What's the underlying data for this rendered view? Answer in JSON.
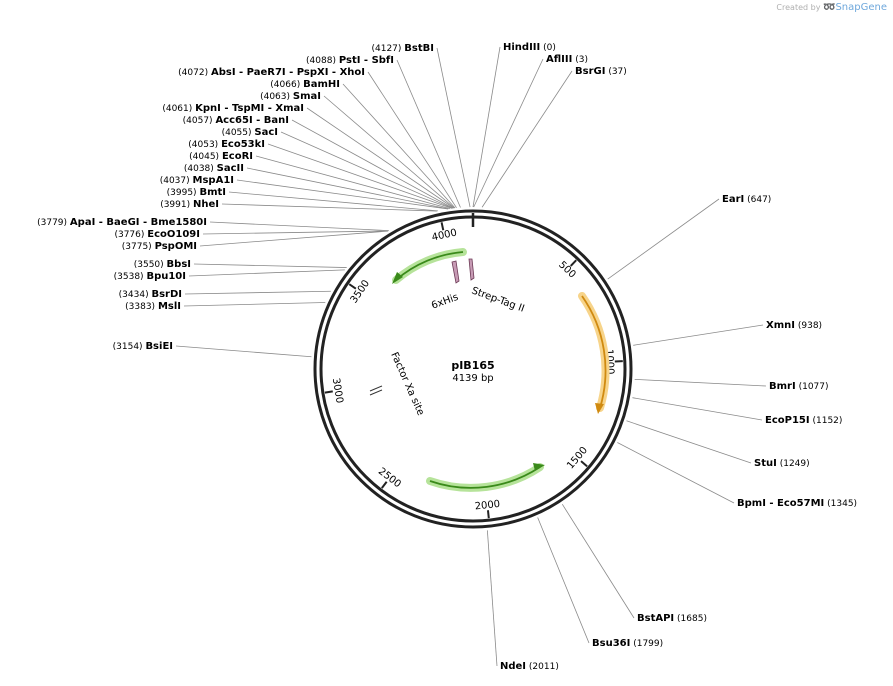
{
  "brand": {
    "prefix": "Created by",
    "name": "SnapGene"
  },
  "plasmid": {
    "name": "pIB165",
    "size_label": "4139 bp",
    "length": 4139
  },
  "ticks": [
    {
      "value": 500,
      "label": "500"
    },
    {
      "value": 1000,
      "label": "1000"
    },
    {
      "value": 1500,
      "label": "1500"
    },
    {
      "value": 2000,
      "label": "2000"
    },
    {
      "value": 2500,
      "label": "2500"
    },
    {
      "value": 3000,
      "label": "3000"
    },
    {
      "value": 3500,
      "label": "3500"
    },
    {
      "value": 4000,
      "label": "4000"
    }
  ],
  "features": [
    {
      "label": "6xHis",
      "color": "#c79bb5"
    },
    {
      "label": "Strep-Tag II",
      "color": "#c79bb5"
    },
    {
      "label": "Factor Xa site",
      "color": "#333333"
    }
  ],
  "arrows": [
    {
      "color": "#3a8a1a",
      "glow": "#b6e39a"
    },
    {
      "color": "#d08a10",
      "glow": "#f7d48a"
    },
    {
      "color": "#3a8a1a",
      "glow": "#b6e39a"
    }
  ],
  "sites": [
    {
      "names": [
        "HindIII"
      ],
      "pos": "(0)",
      "bp": 0
    },
    {
      "names": [
        "AflIII"
      ],
      "pos": "(3)",
      "bp": 3
    },
    {
      "names": [
        "BsrGI"
      ],
      "pos": "(37)",
      "bp": 37
    },
    {
      "names": [
        "EarI"
      ],
      "pos": "(647)",
      "bp": 647
    },
    {
      "names": [
        "XmnI"
      ],
      "pos": "(938)",
      "bp": 938
    },
    {
      "names": [
        "BmrI"
      ],
      "pos": "(1077)",
      "bp": 1077
    },
    {
      "names": [
        "EcoP15I"
      ],
      "pos": "(1152)",
      "bp": 1152
    },
    {
      "names": [
        "StuI"
      ],
      "pos": "(1249)",
      "bp": 1249
    },
    {
      "names": [
        "BpmI",
        "Eco57MI"
      ],
      "pos": "(1345)",
      "bp": 1345
    },
    {
      "names": [
        "BstAPI"
      ],
      "pos": "(1685)",
      "bp": 1685
    },
    {
      "names": [
        "Bsu36I"
      ],
      "pos": "(1799)",
      "bp": 1799
    },
    {
      "names": [
        "NdeI"
      ],
      "pos": "(2011)",
      "bp": 2011
    },
    {
      "names": [
        "BsiEI"
      ],
      "pos": "(3154)",
      "bp": 3154
    },
    {
      "names": [
        "MslI"
      ],
      "pos": "(3383)",
      "bp": 3383
    },
    {
      "names": [
        "BsrDI"
      ],
      "pos": "(3434)",
      "bp": 3434
    },
    {
      "names": [
        "Bpu10I"
      ],
      "pos": "(3538)",
      "bp": 3538
    },
    {
      "names": [
        "BbsI"
      ],
      "pos": "(3550)",
      "bp": 3550
    },
    {
      "names": [
        "PspOMI"
      ],
      "pos": "(3775)",
      "bp": 3775
    },
    {
      "names": [
        "EcoO109I"
      ],
      "pos": "(3776)",
      "bp": 3776
    },
    {
      "names": [
        "ApaI",
        "BaeGI",
        "Bme1580I"
      ],
      "pos": "(3779)",
      "bp": 3779
    },
    {
      "names": [
        "NheI"
      ],
      "pos": "(3991)",
      "bp": 3991
    },
    {
      "names": [
        "BmtI"
      ],
      "pos": "(3995)",
      "bp": 3995
    },
    {
      "names": [
        "MspA1I"
      ],
      "pos": "(4037)",
      "bp": 4037
    },
    {
      "names": [
        "SacII"
      ],
      "pos": "(4038)",
      "bp": 4038
    },
    {
      "names": [
        "EcoRI"
      ],
      "pos": "(4045)",
      "bp": 4045
    },
    {
      "names": [
        "Eco53kI"
      ],
      "pos": "(4053)",
      "bp": 4053
    },
    {
      "names": [
        "SacI"
      ],
      "pos": "(4055)",
      "bp": 4055
    },
    {
      "names": [
        "Acc65I",
        "BanI"
      ],
      "pos": "(4057)",
      "bp": 4057
    },
    {
      "names": [
        "KpnI",
        "TspMI",
        "XmaI"
      ],
      "pos": "(4061)",
      "bp": 4061
    },
    {
      "names": [
        "SmaI"
      ],
      "pos": "(4063)",
      "bp": 4063
    },
    {
      "names": [
        "BamHI"
      ],
      "pos": "(4066)",
      "bp": 4066
    },
    {
      "names": [
        "AbsI",
        "PaeR7I",
        "PspXI",
        "XhoI"
      ],
      "pos": "(4072)",
      "bp": 4072
    },
    {
      "names": [
        "PstI",
        "SbfI"
      ],
      "pos": "(4088)",
      "bp": 4088
    },
    {
      "names": [
        "BstBI"
      ],
      "pos": "(4127)",
      "bp": 4127
    }
  ]
}
